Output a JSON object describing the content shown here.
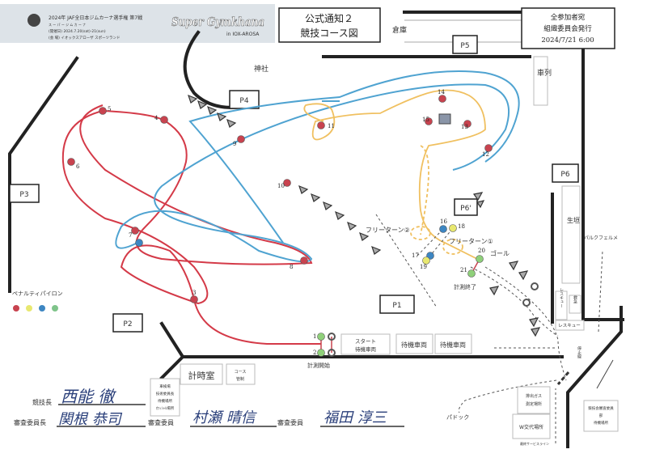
{
  "header": {
    "event_title": "2024年 JAF全日本ジムカーナ選手権 第7戦",
    "event_sub": "ス ー パ ー ジ ム カ ー ナ",
    "event_date": "(開催日) 2024.7.20(sat)-21(sun)",
    "event_venue": "(会 場) イオックスアローザ スポーツランド",
    "logo_text": "Super Gymkhana",
    "logo_sub": "in IOX-AROSA"
  },
  "notice": {
    "line1": "公式通知２",
    "line2": "競技コース図"
  },
  "issuer": {
    "line1": "全参加者宛",
    "line2": "組織委員会発行",
    "line3": "2024/7/21 6:00"
  },
  "areas": {
    "warehouse": "倉庫",
    "shrine": "神社",
    "car_line": "車列",
    "hedge": "生垣",
    "timing_room": "計時室",
    "course_control": [
      "コース",
      "管制"
    ],
    "officials": [
      "車検場",
      "技術委員長",
      "待機場所",
      "ｵﾌｨｼｬﾙ場所"
    ],
    "start": [
      "スタート",
      "待機車両"
    ],
    "waiting1": "待機車両",
    "waiting2": "待機車両",
    "rescue_v": "レスキュー",
    "rescue_h": "レスキュー",
    "ambulance": "救急",
    "exhaust": [
      "排出ガス",
      "測定場所"
    ],
    "w_change": "W交代場所",
    "official_wait": [
      "競技会審査委員",
      "部",
      "待機場所"
    ],
    "paddock": "パドック",
    "parc_ferme": "パルクフェルメ",
    "stop_line": "停止線",
    "service_line": "最終サービスライン"
  },
  "parking": [
    "P1",
    "P2",
    "P3",
    "P4",
    "P5",
    "P6",
    "P6'"
  ],
  "labels": {
    "free_turn_1": "フリーターン①",
    "free_turn_2": "フリーターン②",
    "goal": "ゴール",
    "timing_end": "計測終了",
    "timing_start": "計測開始",
    "legend_title": "ペナルティパイロン"
  },
  "legend_colors": [
    "#c8434f",
    "#e8e870",
    "#3d86c2",
    "#7fc48a"
  ],
  "cones": [
    {
      "n": "1",
      "color": "#8fd07a"
    },
    {
      "n": "2",
      "color": "#8fd07a"
    },
    {
      "n": "3",
      "color": "#c8434f"
    },
    {
      "n": "4",
      "color": "#c8434f"
    },
    {
      "n": "5",
      "color": "#c8434f"
    },
    {
      "n": "6",
      "color": "#c8434f"
    },
    {
      "n": "7",
      "color": "#c8434f"
    },
    {
      "n": "7b",
      "color": "#3d86c2"
    },
    {
      "n": "8",
      "color": "#c8434f"
    },
    {
      "n": "9",
      "color": "#c8434f"
    },
    {
      "n": "10",
      "color": "#c8434f"
    },
    {
      "n": "11",
      "color": "#c8434f"
    },
    {
      "n": "12",
      "color": "#c8434f"
    },
    {
      "n": "13",
      "color": "#c8434f"
    },
    {
      "n": "14",
      "color": "#c8434f"
    },
    {
      "n": "15",
      "color": "#c8434f"
    },
    {
      "n": "16",
      "color": "#3d86c2"
    },
    {
      "n": "17",
      "color": "#3d86c2"
    },
    {
      "n": "18",
      "color": "#e8e870"
    },
    {
      "n": "19",
      "color": "#e8e870"
    },
    {
      "n": "20",
      "color": "#8fd07a"
    },
    {
      "n": "21",
      "color": "#8fd07a"
    }
  ],
  "signatures": [
    {
      "role": "競技長",
      "name": "西能 徹"
    },
    {
      "role": "審査委員長",
      "name": "関根 恭司"
    },
    {
      "role": "審査委員",
      "name": "村瀬 晴信"
    },
    {
      "role": "審査委員",
      "name": "福田 淳三"
    }
  ]
}
